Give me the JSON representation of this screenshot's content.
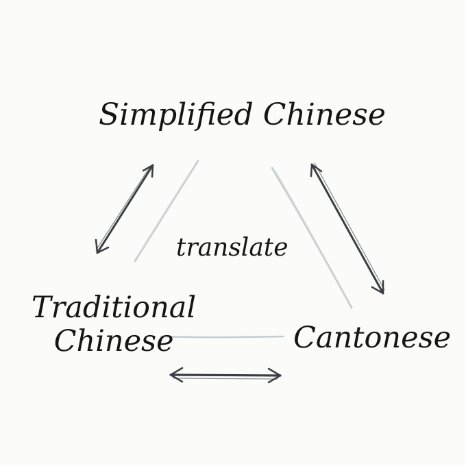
{
  "diagram": {
    "nodes": {
      "top": "Simplified Chinese",
      "left_line1": "Traditional",
      "left_line2": "Chinese",
      "right": "Cantonese"
    },
    "center_label": "translate",
    "edges": [
      {
        "from": "Simplified Chinese",
        "to": "Traditional Chinese",
        "type": "bidirectional"
      },
      {
        "from": "Simplified Chinese",
        "to": "Cantonese",
        "type": "bidirectional"
      },
      {
        "from": "Traditional Chinese",
        "to": "Cantonese",
        "type": "bidirectional"
      }
    ],
    "colors": {
      "background": "#fbfbf9",
      "text": "#151515",
      "arrow": "#3a3e42",
      "guide_line": "#b7c2c4"
    }
  }
}
